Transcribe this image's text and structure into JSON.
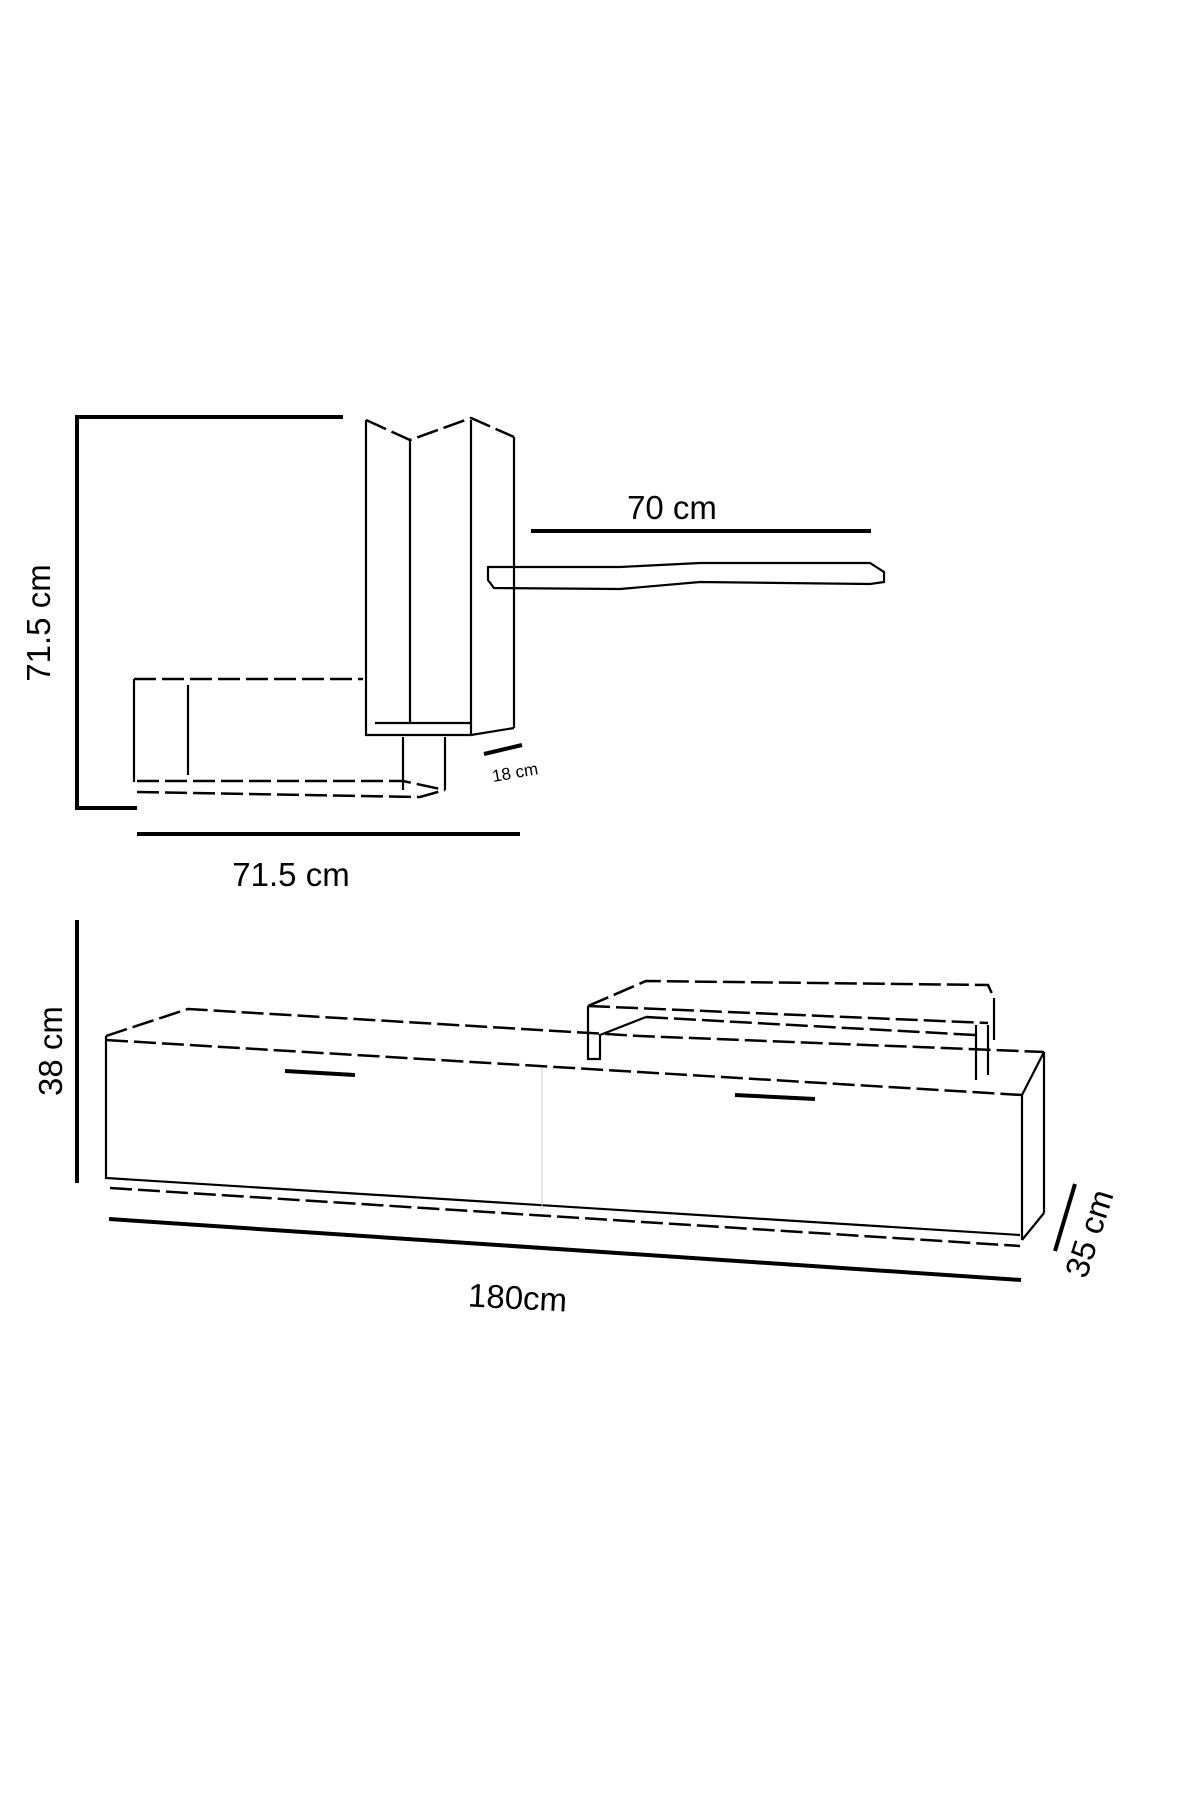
{
  "wall_unit": {
    "height_label": "71.5 cm",
    "width_label": "71.5 cm",
    "shelf_label": "70 cm",
    "depth_label": "18 cm"
  },
  "tv_stand": {
    "height_label": "38 cm",
    "width_label": "180cm",
    "depth_label": "35 cm"
  }
}
